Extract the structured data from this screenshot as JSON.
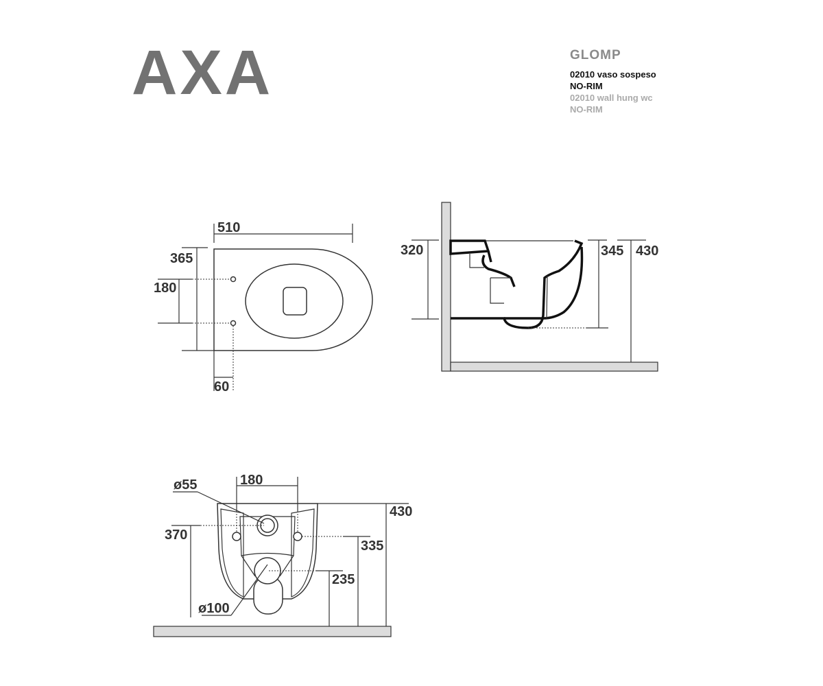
{
  "brand": {
    "logo": "AXA"
  },
  "product": {
    "name": "GLOMP",
    "line_it_1": "02010 vaso sospeso",
    "line_it_2": "NO-RIM",
    "line_en_1": "02010 wall hung wc",
    "line_en_2": "NO-RIM"
  },
  "top_view": {
    "length": "510",
    "width": "365",
    "fixing_spacing": "180",
    "fixing_offset": "60"
  },
  "side_view": {
    "fixing_height": "320",
    "outlet_height": "345",
    "total_height": "430"
  },
  "front_view": {
    "fixing_spacing": "180",
    "inlet_diameter": "ø55",
    "outlet_diameter": "ø100",
    "inlet_height": "370",
    "fixing_height": "335",
    "outlet_height": "235",
    "total_height": "430"
  }
}
